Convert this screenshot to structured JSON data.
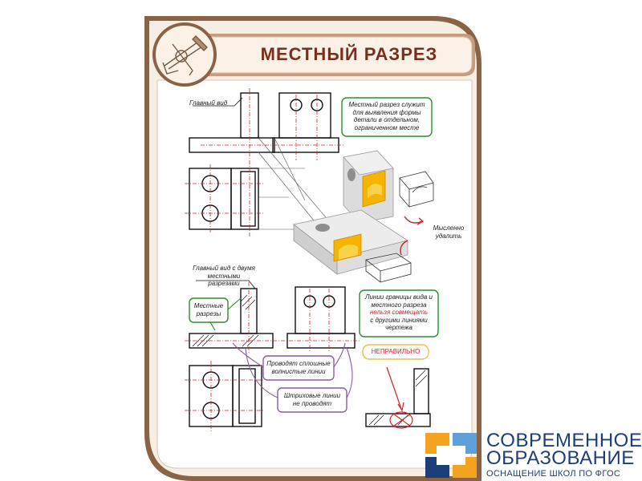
{
  "stand": {
    "title": "МЕСТНЫЙ РАЗРЕЗ",
    "colors": {
      "frame_outer": "#8a6246",
      "frame_fill": "#f6ede3",
      "title_text": "#7a2e1c",
      "note_green": "#2e8b2e",
      "note_purple": "#8e5aa8",
      "note_yellow": "#e8c24a",
      "error_red": "#d42121",
      "highlight": "#f4b400"
    }
  },
  "labels": {
    "main_view": "Главный вид",
    "main_view_two_cuts": "Главный вид с двумя местными разрезами",
    "local_cuts": "Местные разрезы",
    "mentally_remove": "Мысленно удалить",
    "wrong": "НЕПРАВИЛЬНО"
  },
  "notes": {
    "definition": "Местный разрез служит для выявления формы детали в отдельном, ограниченном месте",
    "boundary_rule_pre": "Линии границы вида и местного разреза",
    "boundary_rule_highlight": "нельзя совмещать",
    "boundary_rule_post": "с другими линиями чертежа",
    "wavy_lines": "Проводят сплошные волнистые линии",
    "dashed_lines": "Штриховые линии не проводят"
  },
  "logo": {
    "line1": "СОВРЕМЕННОЕ",
    "line2": "ОБРАЗОВАНИЕ",
    "line3": "ОСНАЩЕНИЕ ШКОЛ ПО ФГОС",
    "colors": [
      "#f4a321",
      "#5fa0d8",
      "#1c3f7a",
      "#f4a321"
    ]
  }
}
